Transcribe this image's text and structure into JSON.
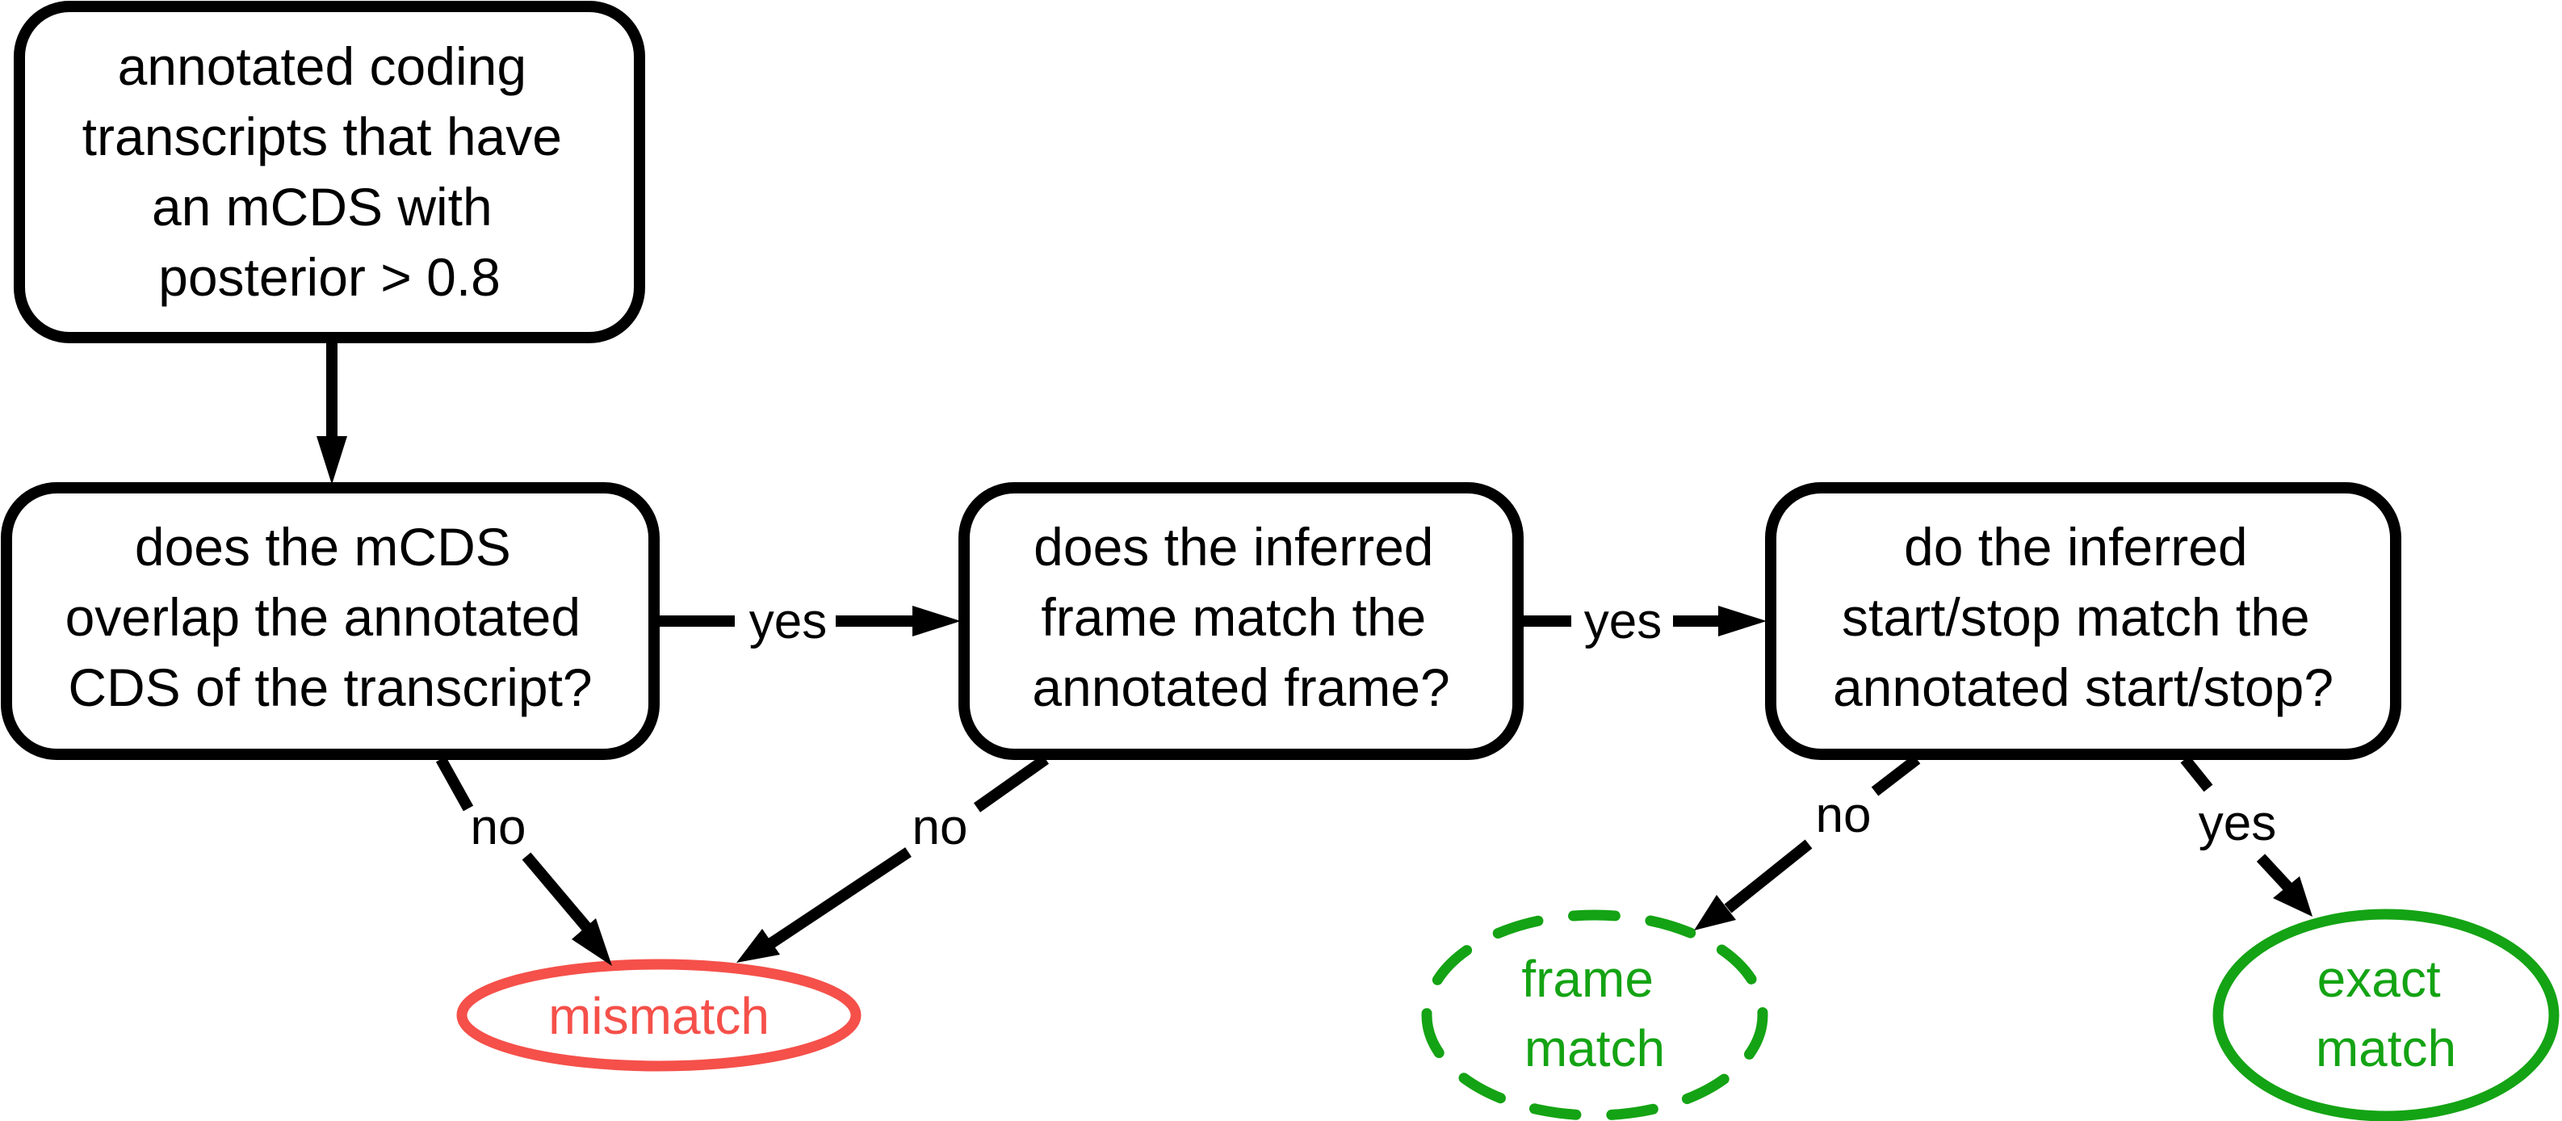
{
  "diagram": {
    "type": "flowchart",
    "colors": {
      "stroke": "#000000",
      "mismatch": "#F5504A",
      "match": "#14A314"
    },
    "nodes": {
      "start": {
        "lines": [
          "annotated coding",
          "transcripts that have",
          "an mCDS with",
          "posterior > 0.8"
        ]
      },
      "q_overlap": {
        "lines": [
          "does the mCDS",
          "overlap the annotated",
          "CDS of the transcript?"
        ]
      },
      "q_frame": {
        "lines": [
          "does the inferred",
          "frame match the",
          "annotated frame?"
        ]
      },
      "q_startstop": {
        "lines": [
          "do the inferred",
          "start/stop match the",
          "annotated start/stop?"
        ]
      },
      "mismatch": {
        "lines": [
          "mismatch"
        ],
        "style": "solid"
      },
      "frame_match": {
        "lines": [
          "frame",
          "match"
        ],
        "style": "dashed"
      },
      "exact_match": {
        "lines": [
          "exact",
          "match"
        ],
        "style": "solid"
      }
    },
    "edges": [
      {
        "from": "start",
        "to": "q_overlap",
        "label": ""
      },
      {
        "from": "q_overlap",
        "to": "q_frame",
        "label": "yes"
      },
      {
        "from": "q_frame",
        "to": "q_startstop",
        "label": "yes"
      },
      {
        "from": "q_overlap",
        "to": "mismatch",
        "label": "no"
      },
      {
        "from": "q_frame",
        "to": "mismatch",
        "label": "no"
      },
      {
        "from": "q_startstop",
        "to": "frame_match",
        "label": "no"
      },
      {
        "from": "q_startstop",
        "to": "exact_match",
        "label": "yes"
      }
    ]
  }
}
